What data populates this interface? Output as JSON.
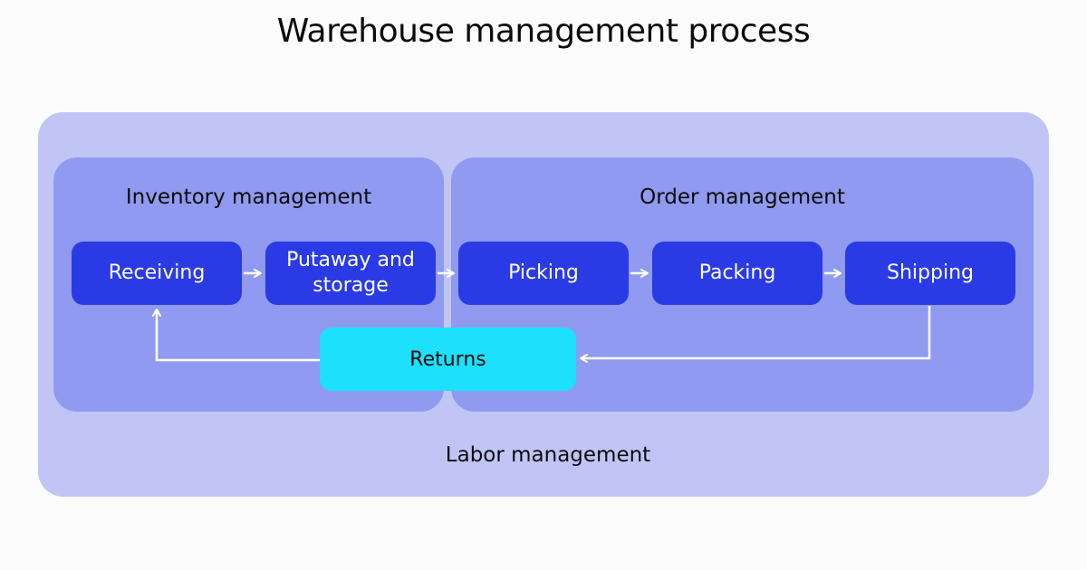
{
  "title": "Warehouse management process",
  "outer_group": {
    "label": "Labor management"
  },
  "groups": {
    "inventory": {
      "label": "Inventory management"
    },
    "order": {
      "label": "Order management"
    }
  },
  "steps": {
    "receiving": "Receiving",
    "putaway": "Putaway and\nstorage",
    "picking": "Picking",
    "packing": "Packing",
    "shipping": "Shipping",
    "returns": "Returns"
  },
  "colors": {
    "outer_box": "#c0c5f5",
    "group_box": "#8f9af0",
    "step_box": "#2a3be6",
    "returns_box": "#1de0fd",
    "arrow": "#ffffff"
  }
}
